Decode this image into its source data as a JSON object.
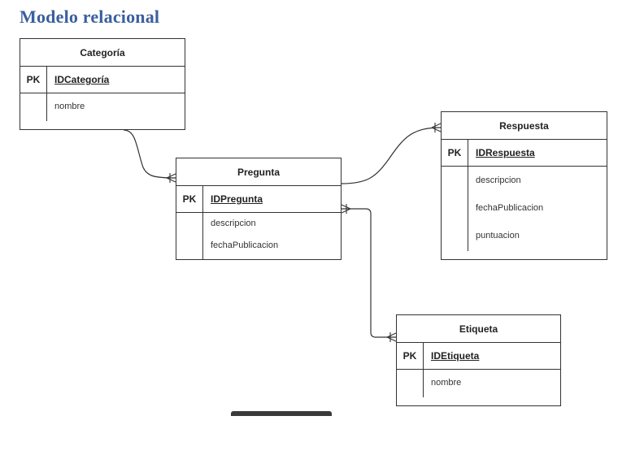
{
  "title": "Modelo relacional",
  "entities": {
    "categoria": {
      "name": "Categoría",
      "pk_label": "PK",
      "pk_field": "IDCategoría",
      "attributes": [
        "nombre"
      ]
    },
    "pregunta": {
      "name": "Pregunta",
      "pk_label": "PK",
      "pk_field": "IDPregunta",
      "attributes": [
        "descripcion",
        "fechaPublicacion"
      ]
    },
    "respuesta": {
      "name": "Respuesta",
      "pk_label": "PK",
      "pk_field": "IDRespuesta",
      "attributes": [
        "descripcion",
        "fechaPublicacion",
        "puntuacion"
      ]
    },
    "etiqueta": {
      "name": "Etiqueta",
      "pk_label": "PK",
      "pk_field": "IDEtiqueta",
      "attributes": [
        "nombre"
      ]
    }
  },
  "relationships": [
    {
      "from": "Categoría",
      "to": "Pregunta",
      "cardinality": "one-to-many"
    },
    {
      "from": "Pregunta",
      "to": "Respuesta",
      "cardinality": "one-to-many"
    },
    {
      "from": "Pregunta",
      "to": "Etiqueta",
      "cardinality": "many-to-many"
    }
  ]
}
